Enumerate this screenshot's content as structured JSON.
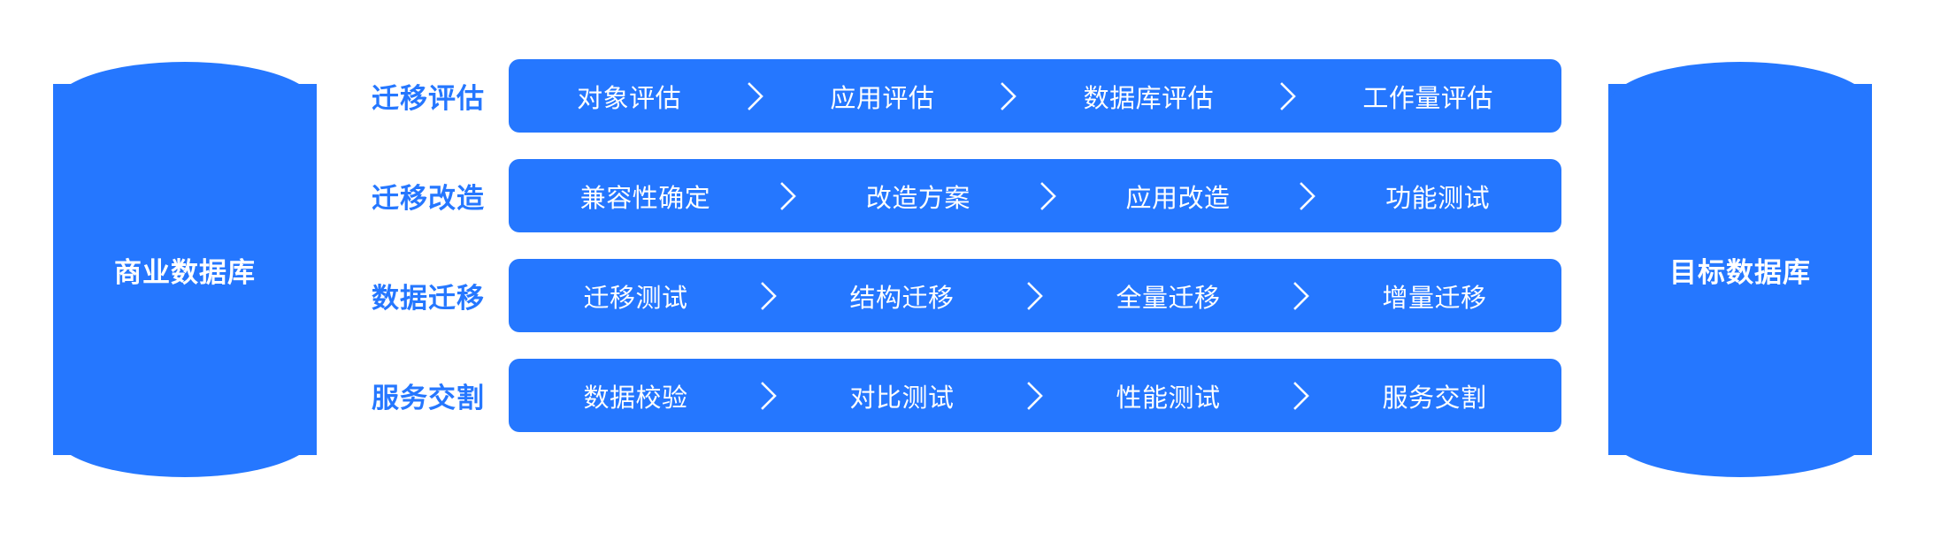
{
  "theme": {
    "accent": "#2577FF",
    "on_accent": "#FFFFFF",
    "background": "#FFFFFF"
  },
  "source_db": {
    "label": "商业数据库",
    "icon": "database-cylinder-icon"
  },
  "target_db": {
    "label": "目标数据库",
    "icon": "database-cylinder-icon"
  },
  "separator_icon": "chevron-right-icon",
  "rows": [
    {
      "phase": "迁移评估",
      "steps": [
        "对象评估",
        "应用评估",
        "数据库评估",
        "工作量评估"
      ]
    },
    {
      "phase": "迁移改造",
      "steps": [
        "兼容性确定",
        "改造方案",
        "应用改造",
        "功能测试"
      ]
    },
    {
      "phase": "数据迁移",
      "steps": [
        "迁移测试",
        "结构迁移",
        "全量迁移",
        "增量迁移"
      ]
    },
    {
      "phase": "服务交割",
      "steps": [
        "数据校验",
        "对比测试",
        "性能测试",
        "服务交割"
      ]
    }
  ]
}
